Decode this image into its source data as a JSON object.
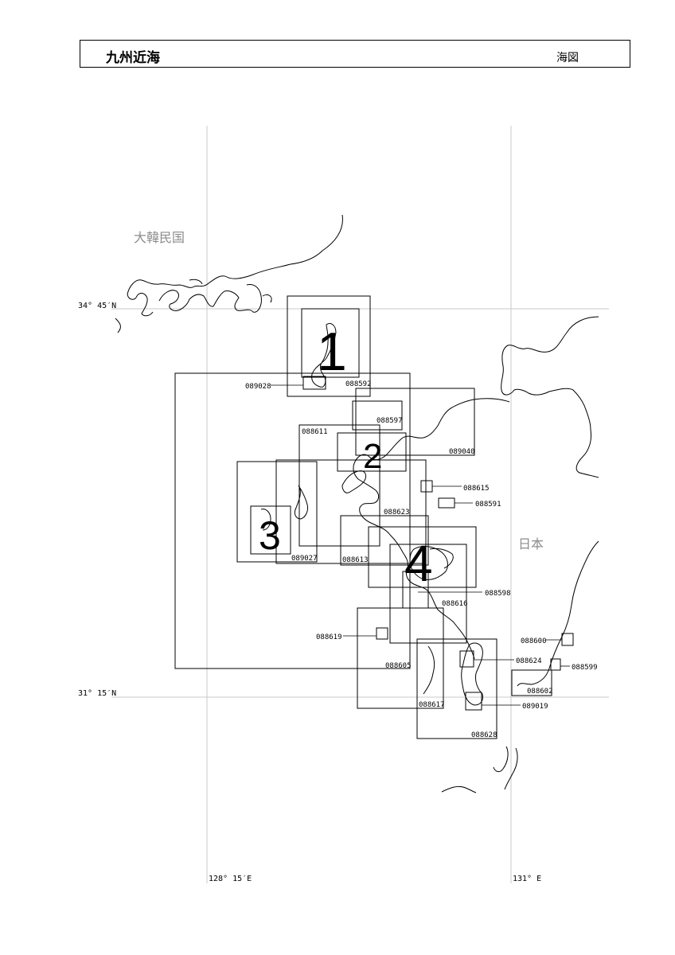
{
  "header": {
    "title": "九州近海",
    "subtitle": "海図"
  },
  "labels": {
    "country_korea": "大韓民国",
    "country_japan": "日本"
  },
  "grid": {
    "lat_top": "34° 45′N",
    "lat_bottom": "31° 15′N",
    "lon_left": "128° 15′E",
    "lon_right": "131° E"
  },
  "charts": {
    "area_1": "1",
    "area_2": "2",
    "area_3": "3",
    "area_4": "4",
    "c089028": "089028",
    "c088592": "088592",
    "c088597": "088597",
    "c088611": "088611",
    "c089040": "089040",
    "c088615": "088615",
    "c088591": "088591",
    "c088623": "088623",
    "c089027": "089027",
    "c088613": "088613",
    "c088598": "088598",
    "c088616": "088616",
    "c088619": "088619",
    "c088605": "088605",
    "c088600": "088600",
    "c088624": "088624",
    "c088599": "088599",
    "c088602": "088602",
    "c089019": "089019",
    "c088617": "088617",
    "c088628": "088628"
  }
}
